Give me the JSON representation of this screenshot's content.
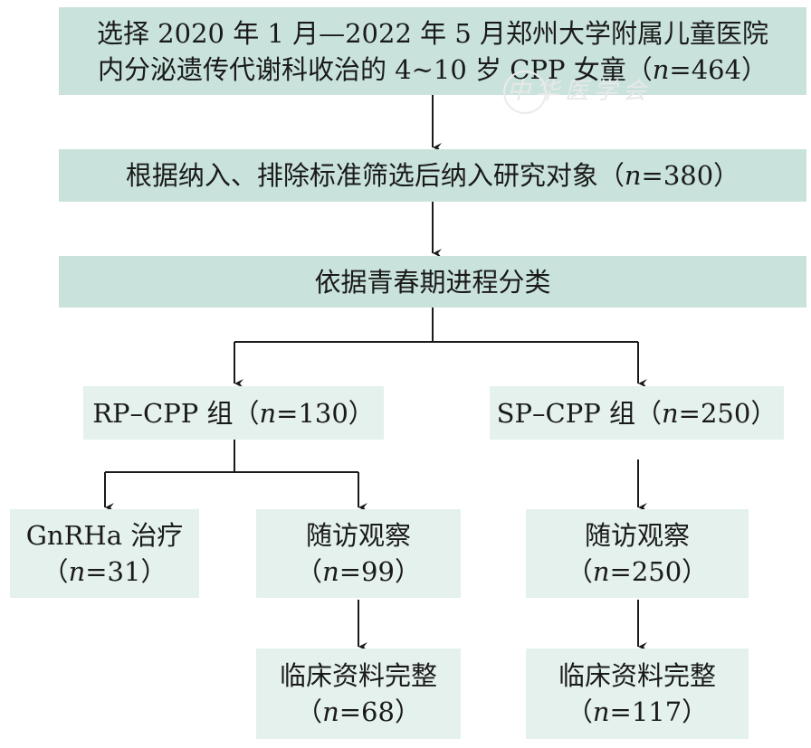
{
  "nodes": {
    "selection": {
      "line1": "选择 2020 年 1 月—2022 年 5 月郑州大学附属儿童医院",
      "line2_pre": "内分泌遗传代谢科收治的 4~10 岁 CPP 女童（",
      "n": "n",
      "line2_post": "=464）"
    },
    "inclusion": {
      "pre": "根据纳入、排除标准筛选后纳入研究对象（",
      "n": "n",
      "post": "=380）"
    },
    "classification": {
      "label": "依据青春期进程分类"
    },
    "rp_group": {
      "pre": "RP–CPP 组（",
      "n": "n",
      "post": "=130）"
    },
    "sp_group": {
      "pre": "SP–CPP 组（",
      "n": "n",
      "post": "=250）"
    },
    "rp_gnrha": {
      "line1": "GnRHa 治疗",
      "pre": "（",
      "n": "n",
      "post": "=31）"
    },
    "rp_followup": {
      "line1": "随访观察",
      "pre": "（",
      "n": "n",
      "post": "=99）"
    },
    "sp_followup": {
      "line1": "随访观察",
      "pre": "（",
      "n": "n",
      "post": "=250）"
    },
    "rp_complete": {
      "line1": "临床资料完整",
      "pre": "（",
      "n": "n",
      "post": "=68）"
    },
    "sp_complete": {
      "line1": "临床资料完整",
      "pre": "（",
      "n": "n",
      "post": "=117）"
    }
  },
  "watermark": {
    "text": "中华医学会"
  },
  "colors": {
    "box_dark": "#c9e3dc",
    "box_light": "#e4f1ec",
    "line": "#1a1a1a"
  }
}
